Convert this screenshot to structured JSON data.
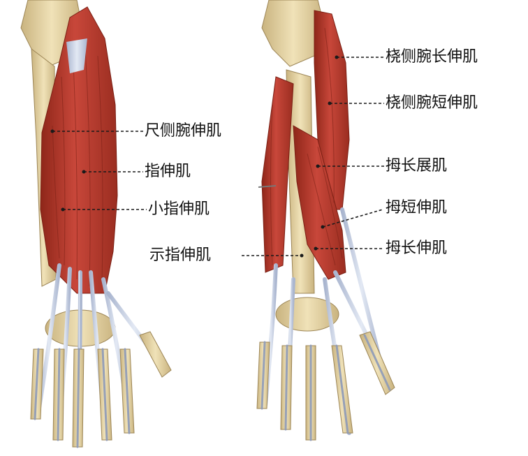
{
  "labels": {
    "ecu": "尺侧腕伸肌",
    "ed": "指伸肌",
    "edm": "小指伸肌",
    "eip": "示指伸肌",
    "ecrl": "桡侧腕长伸肌",
    "ecrb": "桡侧腕短伸肌",
    "apl": "拇长展肌",
    "epb": "拇短伸肌",
    "epl": "拇长伸肌"
  },
  "colors": {
    "muscle": "#b8372b",
    "muscle_dark": "#8e2619",
    "muscle_light": "#d2594a",
    "bone": "#e8d6a6",
    "bone_shade": "#c9b37f",
    "tendon": "#c9d3e6",
    "tendon_edge": "#8d9ab8",
    "leader": "#1a1a1a"
  }
}
